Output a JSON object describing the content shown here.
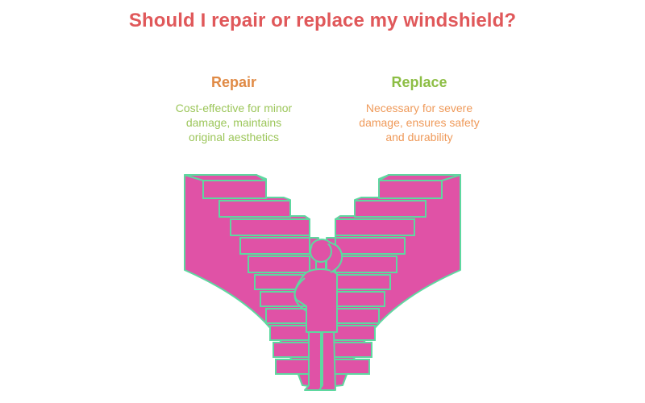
{
  "title": "Should I repair or replace my windshield?",
  "options": [
    {
      "heading": "Repair",
      "description": "Cost-effective for minor damage, maintains original aesthetics",
      "lines": [
        "Cost-effective for minor",
        "damage, maintains",
        "original aesthetics"
      ]
    },
    {
      "heading": "Replace",
      "description": "Necessary for severe damage, ensures safety and durability",
      "lines": [
        "Necessary for severe",
        "damage, ensures safety",
        "and durability"
      ]
    }
  ],
  "illustration": {
    "name": "person-at-two-staircases",
    "fill_color": "#E052A6",
    "outline_color": "#5ED8A0",
    "step_line_color": "#9A8FA8"
  }
}
